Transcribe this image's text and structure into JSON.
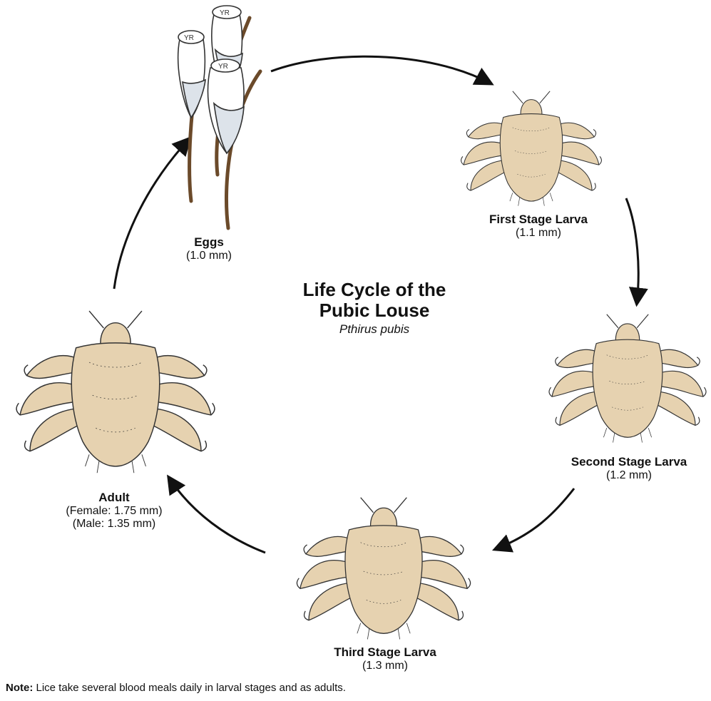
{
  "title_line1": "Life Cycle of the",
  "title_line2": "Pubic Louse",
  "subtitle": "Pthirus pubis",
  "stages": {
    "eggs": {
      "name": "Eggs",
      "size": "(1.0 mm)"
    },
    "first": {
      "name": "First Stage Larva",
      "size": "(1.1 mm)"
    },
    "second": {
      "name": "Second Stage Larva",
      "size": "(1.2 mm)"
    },
    "third": {
      "name": "Third Stage Larva",
      "size": "(1.3 mm)"
    },
    "adult": {
      "name": "Adult",
      "size_female": "(Female: 1.75 mm)",
      "size_male": "(Male: 1.35 mm)"
    }
  },
  "egg_cap_marks": [
    "YR",
    "YR",
    "YR"
  ],
  "note": {
    "label": "Note:",
    "text": " Lice take several blood meals daily in larval stages and as adults."
  },
  "colors": {
    "louse_body": "#e6d2b0",
    "louse_outline": "#333333",
    "hair": "#6b4a2a",
    "egg_band": "#dde3ea",
    "arrow": "#111111"
  }
}
